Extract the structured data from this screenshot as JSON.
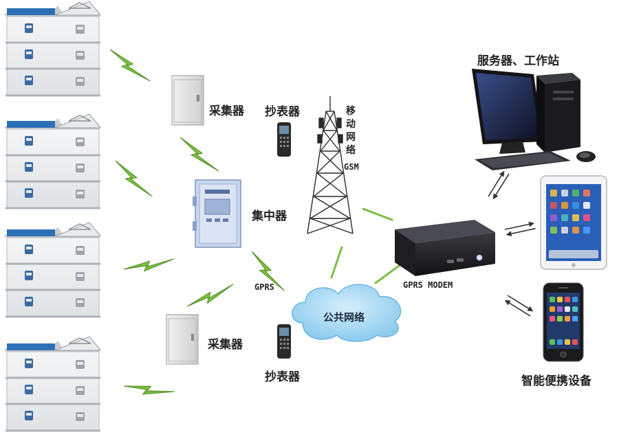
{
  "labels": {
    "collector": "采集器",
    "reader": "抄表器",
    "mobile_network": [
      "移",
      "动",
      "网",
      "络"
    ],
    "gsm": "GSM",
    "concentrator": "集中器",
    "gprs": "GPRS",
    "public_network": "公共网络",
    "gprs_modem": "GPRS MODEM",
    "server_workstation": "服务器、工作站",
    "smart_portable_devices": "智能便携设备"
  },
  "colors": {
    "wireless_bolt": "#7cc142",
    "roof": "#2e6fb5",
    "cloud": "#a9d7f2",
    "device_dark": "#1e1e22"
  }
}
